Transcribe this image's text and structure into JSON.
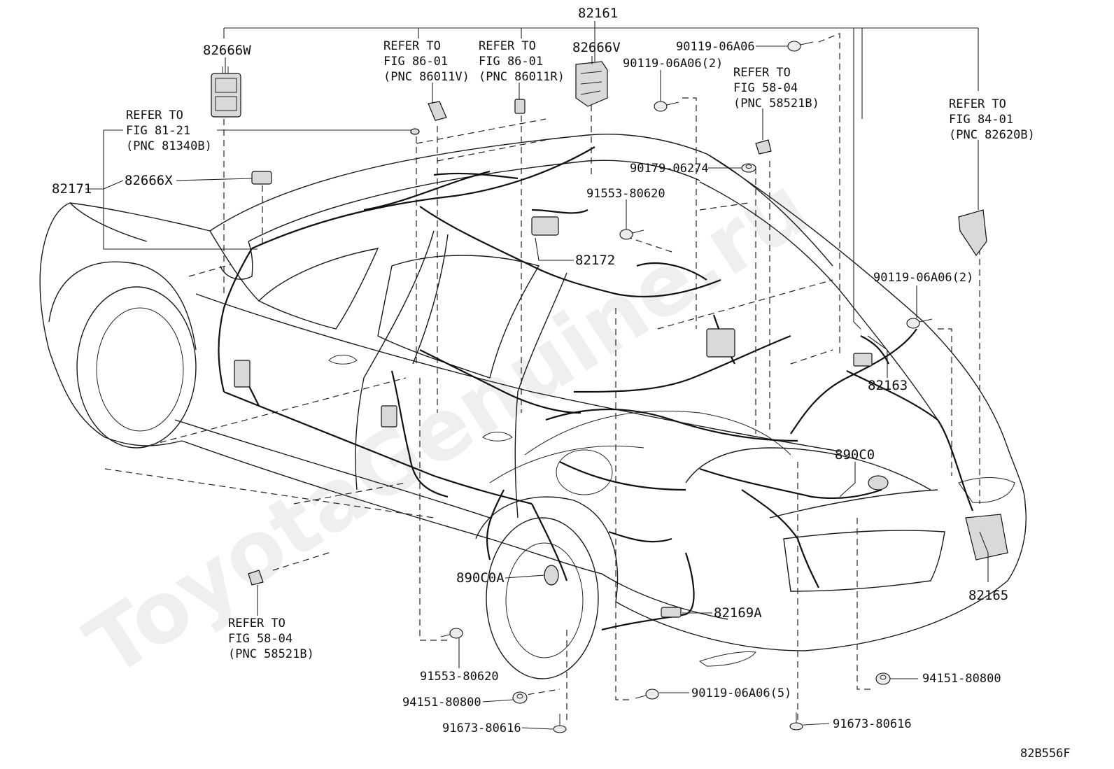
{
  "watermark": "ToyotaGenuine.ru",
  "figure_code": "82B556F",
  "refs": {
    "r_86011v": [
      "REFER TO",
      "FIG 86-01",
      "(PNC 86011V)"
    ],
    "r_86011r": [
      "REFER TO",
      "FIG 86-01",
      "(PNC 86011R)"
    ],
    "r_81340b": [
      "REFER TO",
      "FIG 81-21",
      "(PNC 81340B)"
    ],
    "r_58521b_top": [
      "REFER TO",
      "FIG 58-04",
      "(PNC 58521B)"
    ],
    "r_82620b": [
      "REFER TO",
      "FIG 84-01",
      "(PNC 82620B)"
    ],
    "r_58521b_bottom": [
      "REFER TO",
      "FIG 58-04",
      "(PNC 58521B)"
    ]
  },
  "parts": {
    "p82161": "82161",
    "p82666w": "82666W",
    "p82666v": "82666V",
    "p82666x": "82666X",
    "p82171": "82171",
    "p82172": "82172",
    "p82163": "82163",
    "p890c0": "890C0",
    "p890c0a": "890C0A",
    "p82169a": "82169A",
    "p82165": "82165",
    "b90119_top": "90119-06A06",
    "b90119_2a": "90119-06A06(2)",
    "b90179": "90179-06274",
    "b91553_top": "91553-80620",
    "b90119_2b": "90119-06A06(2)",
    "b91553_bot": "91553-80620",
    "b94151_left": "94151-80800",
    "b91673_left": "91673-80616",
    "b90119_5": "90119-06A06(5)",
    "b94151_right": "94151-80800",
    "b91673_right": "91673-80616"
  }
}
